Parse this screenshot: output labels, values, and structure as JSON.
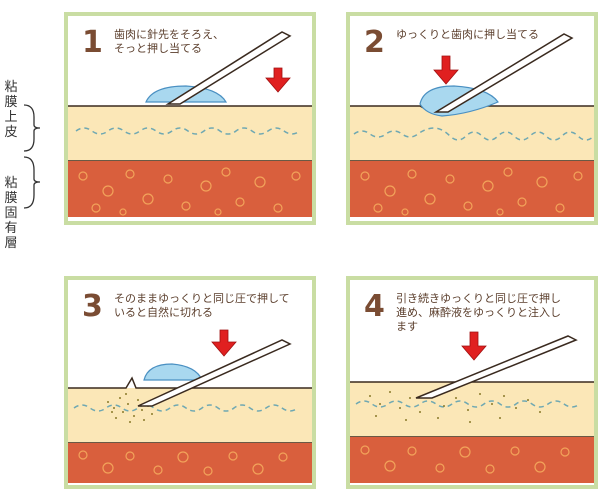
{
  "side_labels": {
    "epithelium": "粘膜上皮",
    "lamina_propria": "粘膜固有層"
  },
  "panels": [
    {
      "number": "1",
      "caption": "歯肉に針先をそろえ、\nそっと押し当てる"
    },
    {
      "number": "2",
      "caption": "ゆっくりと歯肉に押し当てる"
    },
    {
      "number": "3",
      "caption": "そのままゆっくりと同じ圧で押して\nいると自然に切れる"
    },
    {
      "number": "4",
      "caption": "引き続きゆっくりと同じ圧で押し\n進め、麻酔液をゆっくりと注入し\nます"
    }
  ],
  "colors": {
    "frame": "#c9dda3",
    "epithelium": "#fbe7b7",
    "lamina": "#d95f3d",
    "dashed": "#6fa8b2",
    "drop": "#a9d8ef",
    "arrow": "#e02020",
    "text": "#5a3d2b",
    "number": "#7a4c33"
  }
}
